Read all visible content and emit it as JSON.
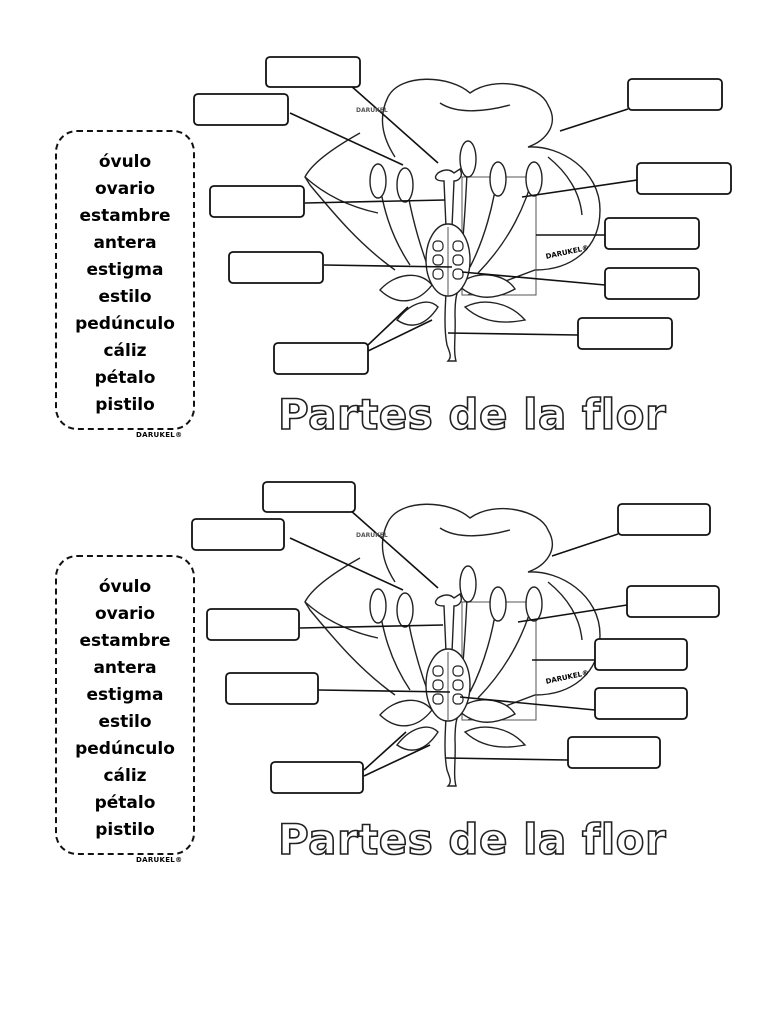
{
  "worksheets": [
    {
      "word_bank": [
        "óvulo",
        "ovario",
        "estambre",
        "antera",
        "estigma",
        "estilo",
        "pedúnculo",
        "cáliz",
        "pétalo",
        "pistilo"
      ],
      "title": "Partes de la flor",
      "brand": "DARUKEL®",
      "logo_text": "DARUKEL"
    },
    {
      "word_bank": [
        "óvulo",
        "ovario",
        "estambre",
        "antera",
        "estigma",
        "estilo",
        "pedúnculo",
        "cáliz",
        "pétalo",
        "pistilo"
      ],
      "title": "Partes de la flor",
      "brand": "DARUKEL®",
      "logo_text": "DARUKEL"
    }
  ]
}
